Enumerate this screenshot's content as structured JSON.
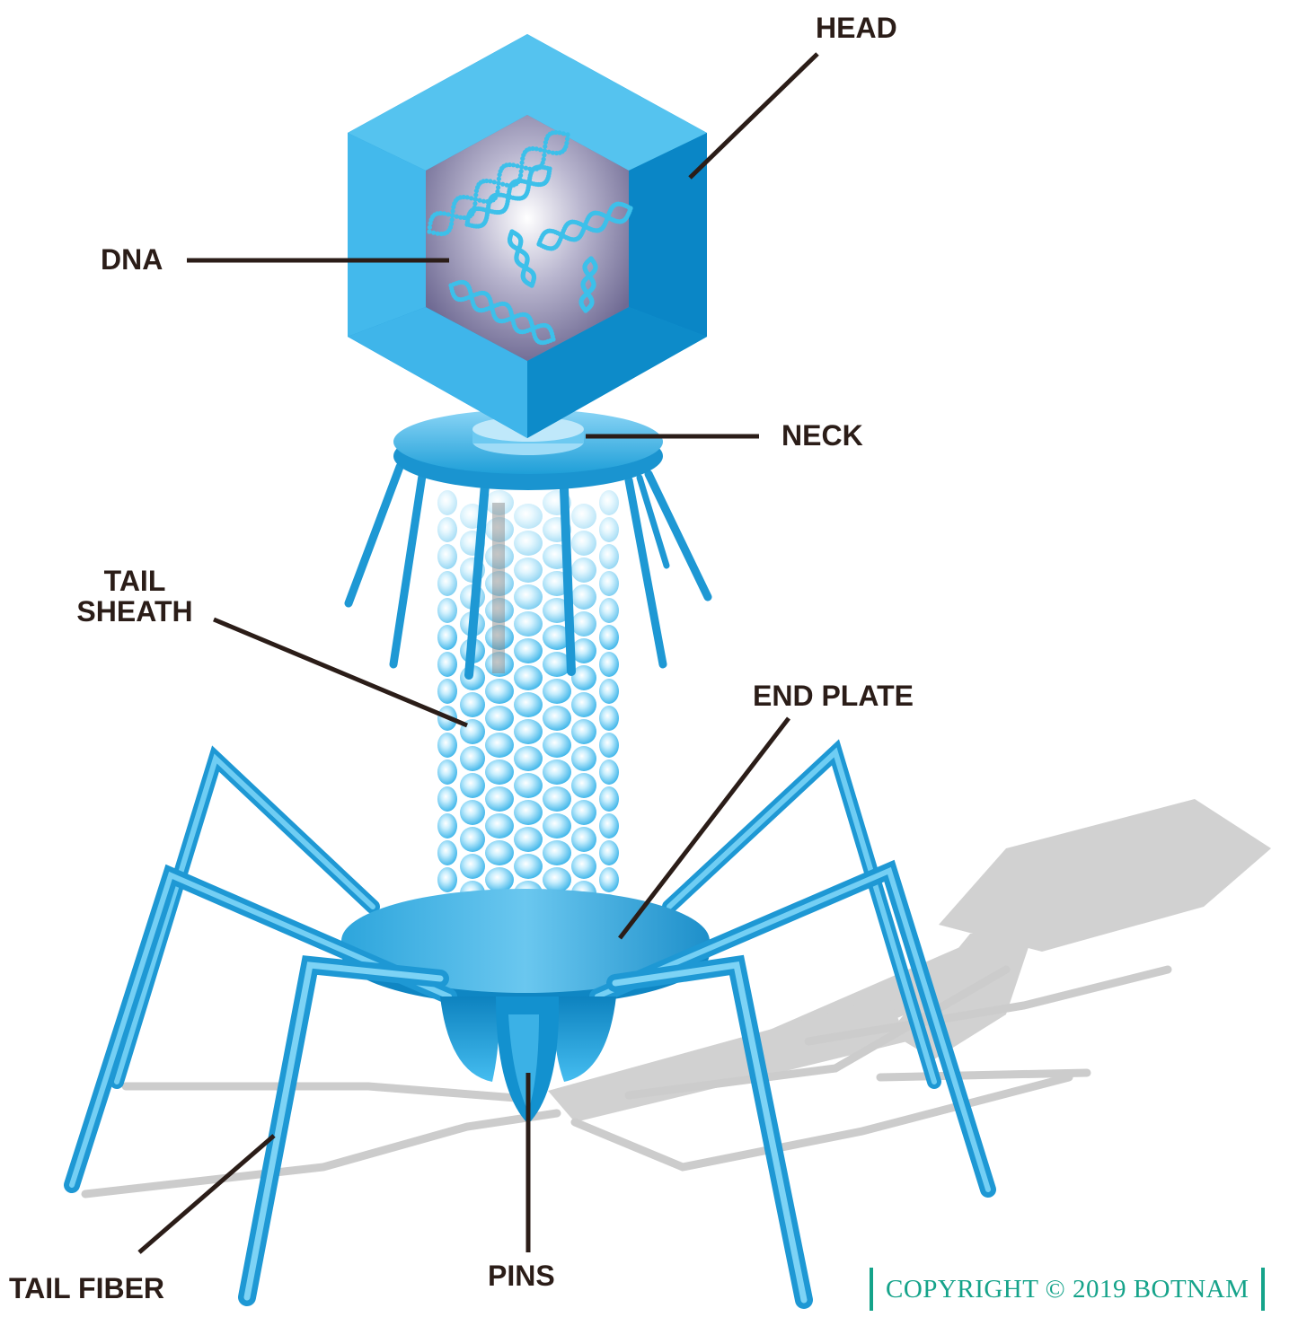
{
  "labels": {
    "head": "HEAD",
    "dna": "DNA",
    "neck": "NECK",
    "tail_sheath_line1": "TAIL",
    "tail_sheath_line2": "SHEATH",
    "end_plate": "END PLATE",
    "tail_fiber": "TAIL FIBER",
    "pins": "PINS"
  },
  "copyright": "COPYRIGHT © 2019 BOTNAM",
  "colors": {
    "body_blue": "#1aa3dd",
    "light_blue": "#63c7f2",
    "dark_blue": "#0e86c2",
    "leader_line": "#2b1d18",
    "shadow": "#c9c9c9",
    "copyright": "#15a38a"
  }
}
